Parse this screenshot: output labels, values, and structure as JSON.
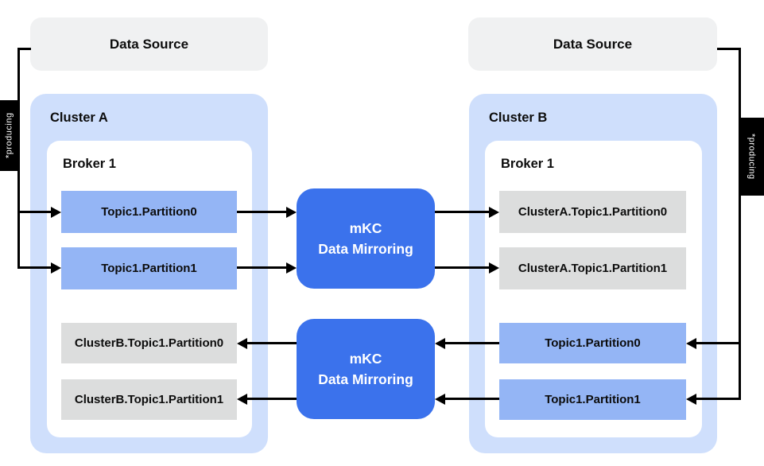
{
  "sources": {
    "left": {
      "label": "Data Source"
    },
    "right": {
      "label": "Data Source"
    }
  },
  "producing": {
    "left": "*producing",
    "right": "*producing"
  },
  "cluster_a": {
    "name": "Cluster A",
    "broker": {
      "name": "Broker 1"
    },
    "topics": [
      {
        "label": "Topic1.Partition0",
        "kind": "local"
      },
      {
        "label": "Topic1.Partition1",
        "kind": "local"
      },
      {
        "label": "ClusterB.Topic1.Partition0",
        "kind": "mirrored"
      },
      {
        "label": "ClusterB.Topic1.Partition1",
        "kind": "mirrored"
      }
    ]
  },
  "cluster_b": {
    "name": "Cluster B",
    "broker": {
      "name": "Broker 1"
    },
    "topics": [
      {
        "label": "ClusterA.Topic1.Partition0",
        "kind": "mirrored"
      },
      {
        "label": "ClusterA.Topic1.Partition1",
        "kind": "mirrored"
      },
      {
        "label": "Topic1.Partition0",
        "kind": "local"
      },
      {
        "label": "Topic1.Partition1",
        "kind": "local"
      }
    ]
  },
  "mirrors": {
    "top": {
      "line1": "mKC",
      "line2": "Data Mirroring"
    },
    "bottom": {
      "line1": "mKC",
      "line2": "Data Mirroring"
    }
  },
  "colors": {
    "cluster_bg": "#cfdffc",
    "topic_blue": "#94b5f5",
    "topic_gray": "#dcdddd",
    "mirror_blue": "#3b72ec",
    "source_gray": "#f0f1f2",
    "connector": "#000000"
  }
}
